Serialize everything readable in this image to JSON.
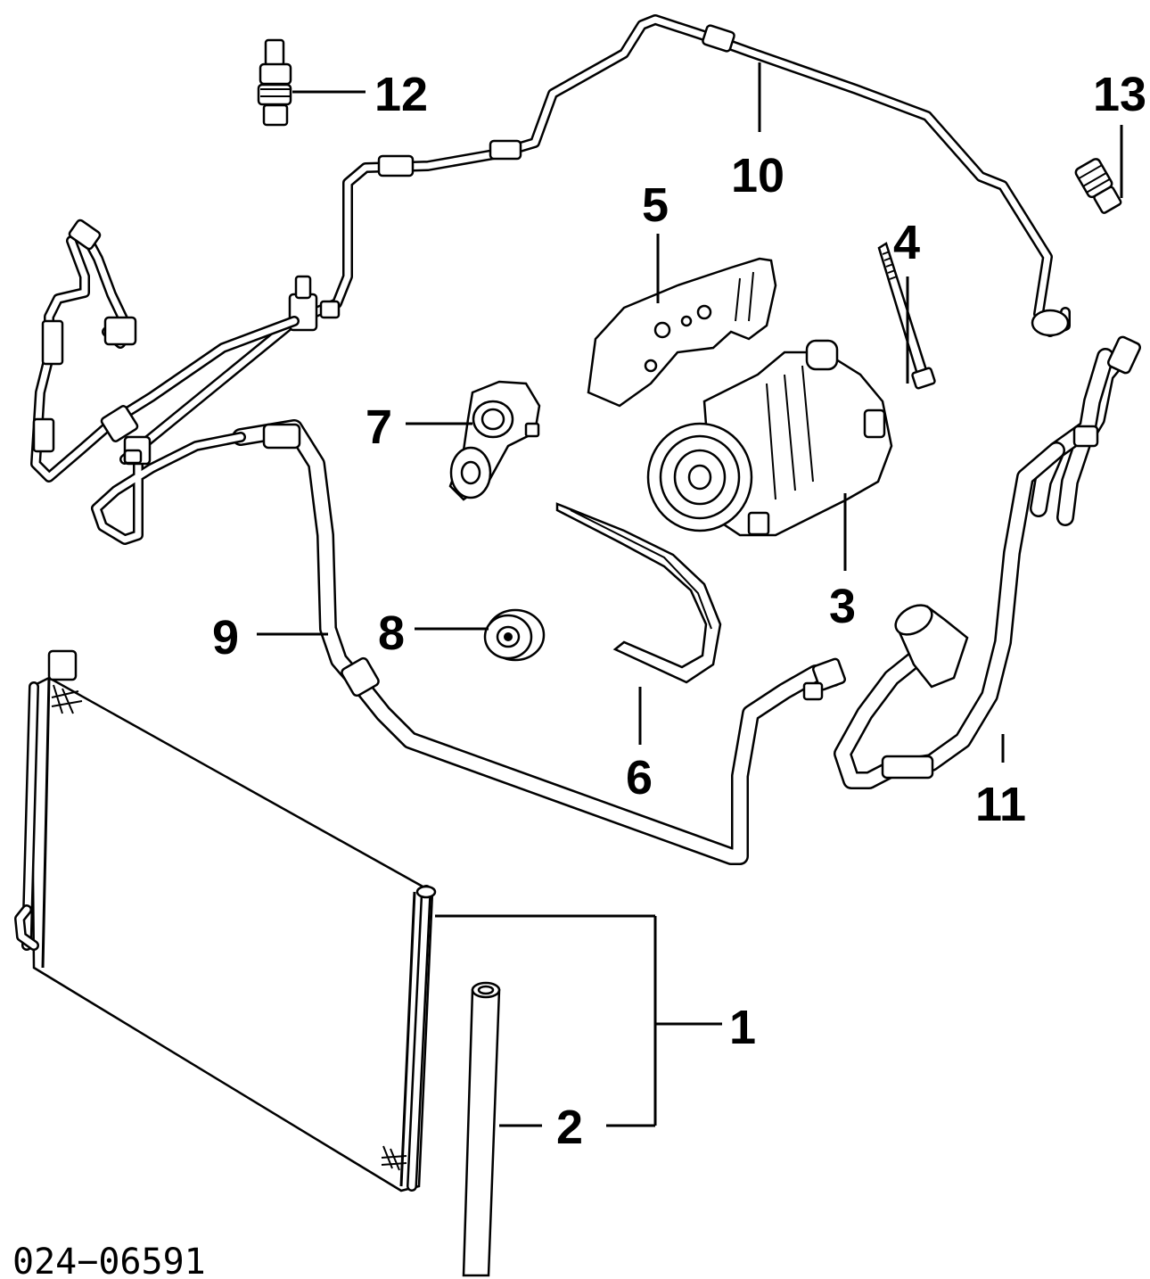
{
  "diagram": {
    "reference_code": "024−06591",
    "callouts": [
      {
        "id": "c1",
        "label": "1",
        "part": "condenser"
      },
      {
        "id": "c2",
        "label": "2",
        "part": "drier"
      },
      {
        "id": "c3",
        "label": "3",
        "part": "compressor"
      },
      {
        "id": "c4",
        "label": "4",
        "part": "bolt"
      },
      {
        "id": "c5",
        "label": "5",
        "part": "bracket"
      },
      {
        "id": "c6",
        "label": "6",
        "part": "belt"
      },
      {
        "id": "c7",
        "label": "7",
        "part": "tensioner"
      },
      {
        "id": "c8",
        "label": "8",
        "part": "idler-pulley"
      },
      {
        "id": "c9",
        "label": "9",
        "part": "liquid-line"
      },
      {
        "id": "c10",
        "label": "10",
        "part": "suction-line"
      },
      {
        "id": "c11",
        "label": "11",
        "part": "discharge-hose"
      },
      {
        "id": "c12",
        "label": "12",
        "part": "pressure-switch"
      },
      {
        "id": "c13",
        "label": "13",
        "part": "service-valve"
      }
    ]
  }
}
